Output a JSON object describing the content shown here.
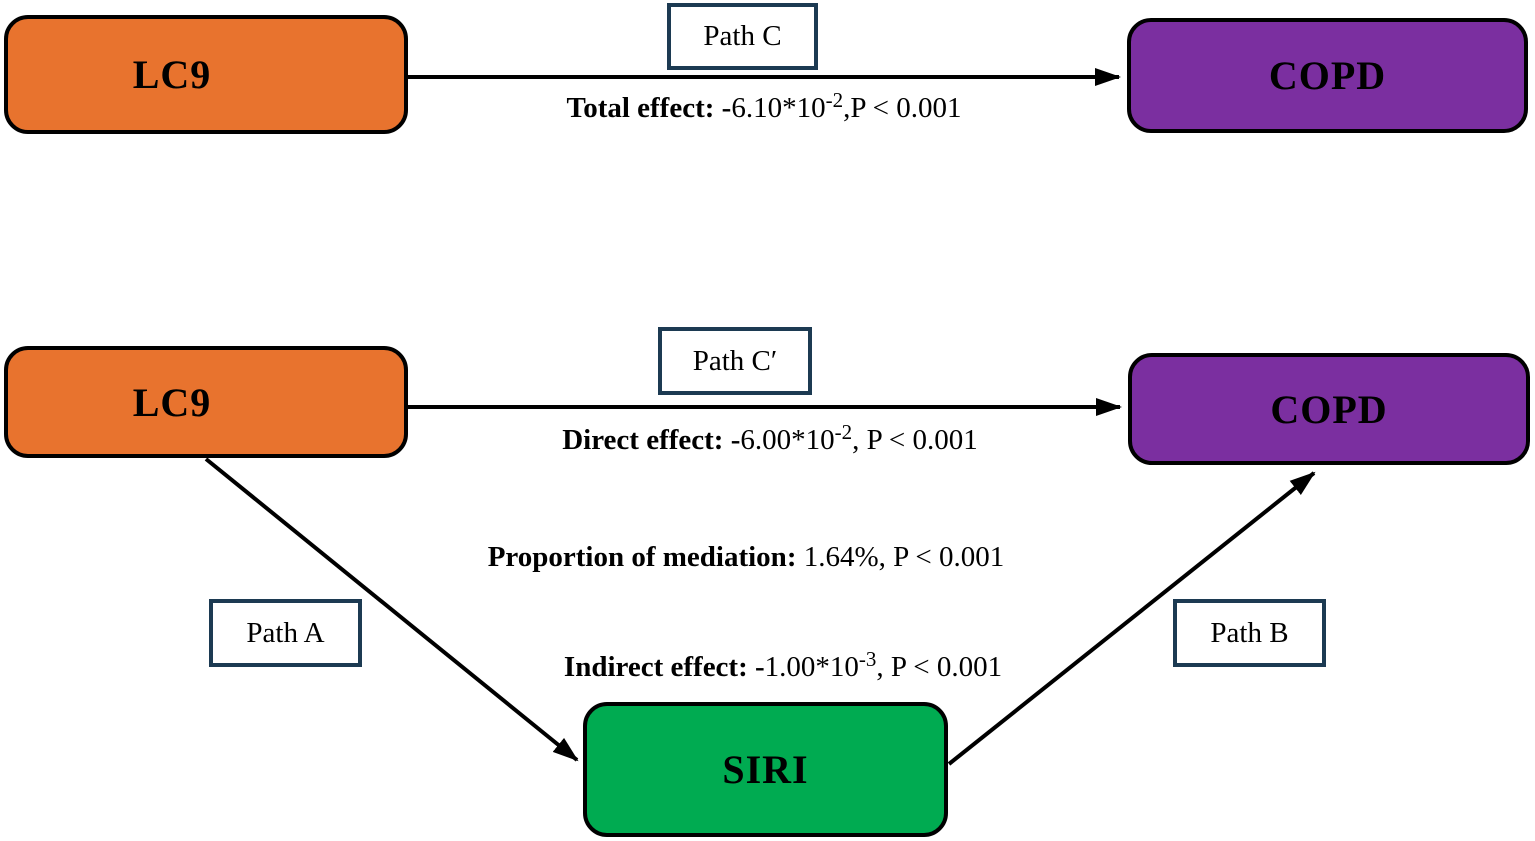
{
  "figure": {
    "title": "Mediation analysis path diagram",
    "nodes": {
      "lc9_top": {
        "label": "LC9",
        "color": "#E8732E"
      },
      "copd_top": {
        "label": "COPD",
        "color": "#7B2FA0"
      },
      "lc9_bottom": {
        "label": "LC9",
        "color": "#E8732E"
      },
      "copd_bottom": {
        "label": "COPD",
        "color": "#7B2FA0"
      },
      "siri": {
        "label": "SIRI",
        "color": "#00AB51"
      }
    },
    "path_labels": {
      "path_c": "Path C",
      "path_c_prime": "Path C′",
      "path_a": "Path A",
      "path_b": "Path B"
    },
    "effects": {
      "total": {
        "label": "Total effect:",
        "minus": "-",
        "base": "6.10*10",
        "exponent": "-2",
        "tail": ",P < 0.001"
      },
      "direct": {
        "label": "Direct effect:",
        "minus": "-",
        "base": "6.00*10",
        "exponent": "-2",
        "tail": ", P < 0.001"
      },
      "proportion": {
        "label": "Proportion of mediation:",
        "value": "1.64%, P < 0.001"
      },
      "indirect": {
        "label": "Indirect effect:",
        "minus": "-",
        "base": "1.00*10",
        "exponent": "-3",
        "tail": ", P < 0.001"
      }
    },
    "colors": {
      "node_border": "#000000",
      "label_box_border": "#1C3A52",
      "arrow": "#000000",
      "background": "#FFFFFF"
    }
  }
}
